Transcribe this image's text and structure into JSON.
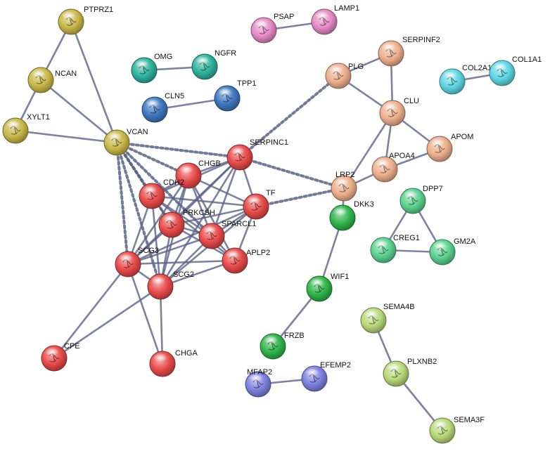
{
  "colors": {
    "edge": "#5b6384",
    "olive": "#c9b84a",
    "teal": "#2fb39e",
    "blue": "#3e78c0",
    "pink": "#e58bc6",
    "salmon": "#eeb08e",
    "cyan": "#5ed7e3",
    "red": "#e84a4a",
    "green": "#2fb54a",
    "mint": "#5cd28f",
    "lime": "#b8d97a",
    "violet": "#7d82e0"
  },
  "nodes": [
    {
      "id": "PTPRZ1",
      "label": "PTPRZ1",
      "color": "olive"
    },
    {
      "id": "NCAN",
      "label": "NCAN",
      "color": "olive"
    },
    {
      "id": "XYLT1",
      "label": "XYLT1",
      "color": "olive"
    },
    {
      "id": "VCAN",
      "label": "VCAN",
      "color": "olive"
    },
    {
      "id": "OMG",
      "label": "OMG",
      "color": "teal"
    },
    {
      "id": "NGFR",
      "label": "NGFR",
      "color": "teal"
    },
    {
      "id": "CLN5",
      "label": "CLN5",
      "color": "blue"
    },
    {
      "id": "TPP1",
      "label": "TPP1",
      "color": "blue"
    },
    {
      "id": "PSAP",
      "label": "PSAP",
      "color": "pink"
    },
    {
      "id": "LAMP1",
      "label": "LAMP1",
      "color": "pink"
    },
    {
      "id": "SERPINF2",
      "label": "SERPINF2",
      "color": "salmon"
    },
    {
      "id": "PLG",
      "label": "PLG",
      "color": "salmon"
    },
    {
      "id": "CLU",
      "label": "CLU",
      "color": "salmon"
    },
    {
      "id": "APOM",
      "label": "APOM",
      "color": "salmon"
    },
    {
      "id": "APOA4",
      "label": "APOA4",
      "color": "salmon"
    },
    {
      "id": "LRP2",
      "label": "LRP2",
      "color": "salmon"
    },
    {
      "id": "COL2A1",
      "label": "COL2A1",
      "color": "cyan"
    },
    {
      "id": "COL1A1",
      "label": "COL1A1",
      "color": "cyan"
    },
    {
      "id": "SERPINC1",
      "label": "SERPINC1",
      "color": "red"
    },
    {
      "id": "CHGB",
      "label": "CHGB",
      "color": "red"
    },
    {
      "id": "CDH2",
      "label": "CDH2",
      "color": "red"
    },
    {
      "id": "TF",
      "label": "TF",
      "color": "red"
    },
    {
      "id": "PRKCSH",
      "label": "PRKCSH",
      "color": "red"
    },
    {
      "id": "SPARCL1",
      "label": "SPARCL1",
      "color": "red"
    },
    {
      "id": "SCG3",
      "label": "SCG3",
      "color": "red"
    },
    {
      "id": "APLP2",
      "label": "APLP2",
      "color": "red"
    },
    {
      "id": "SCG2",
      "label": "SCG2",
      "color": "red"
    },
    {
      "id": "CPE",
      "label": "CPE",
      "color": "red"
    },
    {
      "id": "CHGA",
      "label": "CHGA",
      "color": "red"
    },
    {
      "id": "DKK3",
      "label": "DKK3",
      "color": "green"
    },
    {
      "id": "WIF1",
      "label": "WIF1",
      "color": "green"
    },
    {
      "id": "FRZB",
      "label": "FRZB",
      "color": "green"
    },
    {
      "id": "DPP7",
      "label": "DPP7",
      "color": "mint"
    },
    {
      "id": "CREG1",
      "label": "CREG1",
      "color": "mint"
    },
    {
      "id": "GM2A",
      "label": "GM2A",
      "color": "mint"
    },
    {
      "id": "SEMA4B",
      "label": "SEMA4B",
      "color": "lime"
    },
    {
      "id": "PLXNB2",
      "label": "PLXNB2",
      "color": "lime"
    },
    {
      "id": "SEMA3F",
      "label": "SEMA3F",
      "color": "lime"
    },
    {
      "id": "MFAP2",
      "label": "MFAP2",
      "color": "violet"
    },
    {
      "id": "EFEMP2",
      "label": "EFEMP2",
      "color": "violet"
    }
  ],
  "edges": [
    {
      "a": "PTPRZ1",
      "b": "NCAN",
      "style": "solid"
    },
    {
      "a": "PTPRZ1",
      "b": "VCAN",
      "style": "solid"
    },
    {
      "a": "NCAN",
      "b": "XYLT1",
      "style": "solid"
    },
    {
      "a": "NCAN",
      "b": "VCAN",
      "style": "solid"
    },
    {
      "a": "XYLT1",
      "b": "VCAN",
      "style": "solid"
    },
    {
      "a": "OMG",
      "b": "NGFR",
      "style": "solid"
    },
    {
      "a": "CLN5",
      "b": "TPP1",
      "style": "solid"
    },
    {
      "a": "PSAP",
      "b": "LAMP1",
      "style": "solid"
    },
    {
      "a": "COL2A1",
      "b": "COL1A1",
      "style": "solid"
    },
    {
      "a": "SERPINF2",
      "b": "PLG",
      "style": "solid"
    },
    {
      "a": "SERPINF2",
      "b": "CLU",
      "style": "solid"
    },
    {
      "a": "PLG",
      "b": "CLU",
      "style": "solid"
    },
    {
      "a": "CLU",
      "b": "APOM",
      "style": "solid"
    },
    {
      "a": "CLU",
      "b": "APOA4",
      "style": "solid"
    },
    {
      "a": "CLU",
      "b": "LRP2",
      "style": "solid"
    },
    {
      "a": "APOA4",
      "b": "APOM",
      "style": "solid"
    },
    {
      "a": "APOA4",
      "b": "LRP2",
      "style": "solid"
    },
    {
      "a": "LRP2",
      "b": "DKK3",
      "style": "solid"
    },
    {
      "a": "DKK3",
      "b": "WIF1",
      "style": "solid"
    },
    {
      "a": "WIF1",
      "b": "FRZB",
      "style": "solid"
    },
    {
      "a": "DPP7",
      "b": "CREG1",
      "style": "solid"
    },
    {
      "a": "DPP7",
      "b": "GM2A",
      "style": "solid"
    },
    {
      "a": "CREG1",
      "b": "GM2A",
      "style": "solid"
    },
    {
      "a": "SEMA4B",
      "b": "PLXNB2",
      "style": "solid"
    },
    {
      "a": "PLXNB2",
      "b": "SEMA3F",
      "style": "solid"
    },
    {
      "a": "MFAP2",
      "b": "EFEMP2",
      "style": "solid"
    },
    {
      "a": "VCAN",
      "b": "SERPINC1",
      "style": "dotted"
    },
    {
      "a": "VCAN",
      "b": "CHGB",
      "style": "dotted"
    },
    {
      "a": "VCAN",
      "b": "CDH2",
      "style": "dotted"
    },
    {
      "a": "VCAN",
      "b": "PRKCSH",
      "style": "dotted"
    },
    {
      "a": "VCAN",
      "b": "SPARCL1",
      "style": "dotted"
    },
    {
      "a": "VCAN",
      "b": "SCG3",
      "style": "dotted"
    },
    {
      "a": "VCAN",
      "b": "SCG2",
      "style": "dotted"
    },
    {
      "a": "SERPINC1",
      "b": "PLG",
      "style": "dotted"
    },
    {
      "a": "SERPINC1",
      "b": "LRP2",
      "style": "dotted"
    },
    {
      "a": "TF",
      "b": "LRP2",
      "style": "dotted"
    },
    {
      "a": "SERPINC1",
      "b": "CHGB",
      "style": "solid"
    },
    {
      "a": "SERPINC1",
      "b": "CDH2",
      "style": "solid"
    },
    {
      "a": "SERPINC1",
      "b": "TF",
      "style": "solid"
    },
    {
      "a": "SERPINC1",
      "b": "PRKCSH",
      "style": "solid"
    },
    {
      "a": "SERPINC1",
      "b": "SPARCL1",
      "style": "solid"
    },
    {
      "a": "SERPINC1",
      "b": "SCG3",
      "style": "solid"
    },
    {
      "a": "SERPINC1",
      "b": "SCG2",
      "style": "solid"
    },
    {
      "a": "CHGB",
      "b": "CDH2",
      "style": "solid"
    },
    {
      "a": "CHGB",
      "b": "TF",
      "style": "solid"
    },
    {
      "a": "CHGB",
      "b": "PRKCSH",
      "style": "solid"
    },
    {
      "a": "CHGB",
      "b": "SPARCL1",
      "style": "solid"
    },
    {
      "a": "CHGB",
      "b": "SCG3",
      "style": "solid"
    },
    {
      "a": "CHGB",
      "b": "APLP2",
      "style": "solid"
    },
    {
      "a": "CHGB",
      "b": "SCG2",
      "style": "solid"
    },
    {
      "a": "CDH2",
      "b": "TF",
      "style": "solid"
    },
    {
      "a": "CDH2",
      "b": "PRKCSH",
      "style": "solid"
    },
    {
      "a": "CDH2",
      "b": "SPARCL1",
      "style": "solid"
    },
    {
      "a": "CDH2",
      "b": "SCG3",
      "style": "solid"
    },
    {
      "a": "CDH2",
      "b": "APLP2",
      "style": "solid"
    },
    {
      "a": "CDH2",
      "b": "SCG2",
      "style": "solid"
    },
    {
      "a": "TF",
      "b": "PRKCSH",
      "style": "solid"
    },
    {
      "a": "TF",
      "b": "SPARCL1",
      "style": "solid"
    },
    {
      "a": "TF",
      "b": "SCG3",
      "style": "solid"
    },
    {
      "a": "TF",
      "b": "APLP2",
      "style": "solid"
    },
    {
      "a": "TF",
      "b": "SCG2",
      "style": "solid"
    },
    {
      "a": "PRKCSH",
      "b": "SPARCL1",
      "style": "solid"
    },
    {
      "a": "PRKCSH",
      "b": "SCG3",
      "style": "solid"
    },
    {
      "a": "PRKCSH",
      "b": "APLP2",
      "style": "solid"
    },
    {
      "a": "PRKCSH",
      "b": "SCG2",
      "style": "solid"
    },
    {
      "a": "SPARCL1",
      "b": "SCG3",
      "style": "solid"
    },
    {
      "a": "SPARCL1",
      "b": "APLP2",
      "style": "solid"
    },
    {
      "a": "SPARCL1",
      "b": "SCG2",
      "style": "solid"
    },
    {
      "a": "SCG3",
      "b": "APLP2",
      "style": "solid"
    },
    {
      "a": "SCG3",
      "b": "SCG2",
      "style": "solid"
    },
    {
      "a": "SCG3",
      "b": "CPE",
      "style": "solid"
    },
    {
      "a": "SCG3",
      "b": "CHGA",
      "style": "solid"
    },
    {
      "a": "APLP2",
      "b": "SCG2",
      "style": "solid"
    },
    {
      "a": "SCG2",
      "b": "CPE",
      "style": "solid"
    },
    {
      "a": "SCG2",
      "b": "CHGA",
      "style": "solid"
    }
  ]
}
